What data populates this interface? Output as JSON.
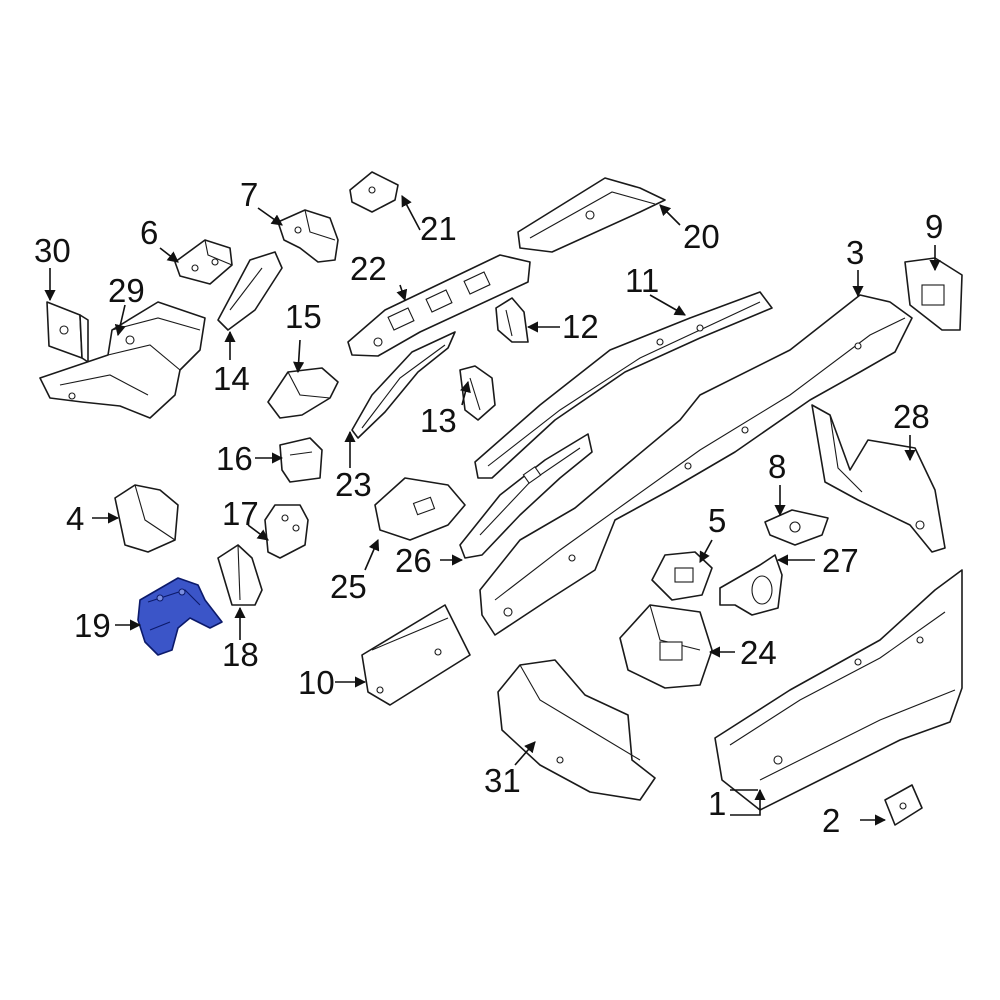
{
  "diagram": {
    "highlight_color": "#3b55c8",
    "highlighted_part": "19",
    "callouts": [
      "1",
      "2",
      "3",
      "4",
      "5",
      "6",
      "7",
      "8",
      "9",
      "10",
      "11",
      "12",
      "13",
      "14",
      "15",
      "16",
      "17",
      "18",
      "19",
      "20",
      "21",
      "22",
      "23",
      "24",
      "25",
      "26",
      "27",
      "28",
      "29",
      "30",
      "31"
    ]
  }
}
